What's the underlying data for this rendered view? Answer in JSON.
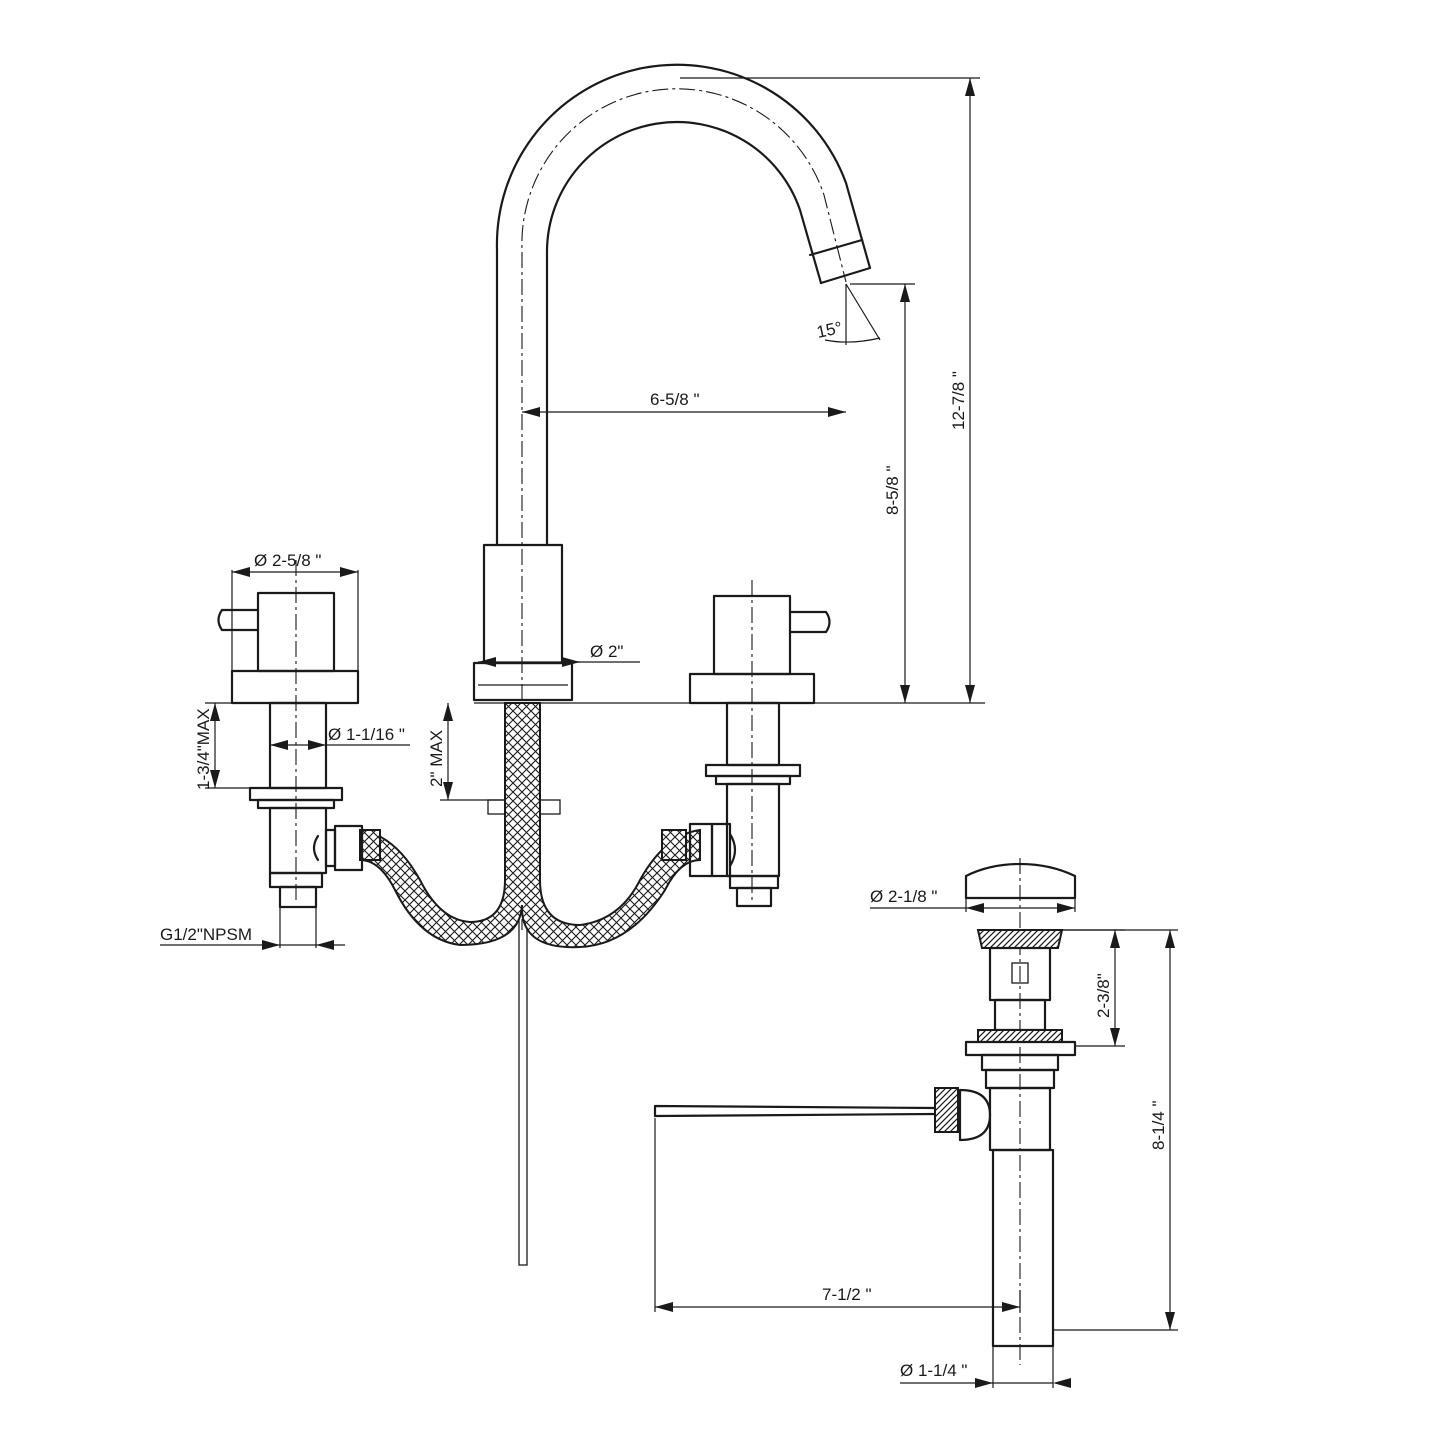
{
  "dimensions": {
    "spout_reach": "6-5/8 \"",
    "spout_outlet_height": "8-5/8 \"",
    "overall_height": "12-7/8 \"",
    "spout_angle": "15°",
    "handle_diameter": "Ø 2-5/8 \"",
    "spout_base_diameter": "Ø 2\"",
    "shank_diameter": "Ø 1-1/16 \"",
    "handle_shank_length": "1-3/4\"MAX",
    "spout_shank_length": "2\" MAX",
    "inlet_thread": "G1/2\"NPSM",
    "drain_cap_diameter": "Ø 2-1/8 \"",
    "drain_flange_height": "2-3/8\"",
    "drain_total_height": "8-1/4 \"",
    "drain_rod_length": "7-1/2 \"",
    "drain_tail_diameter": "Ø 1-1/4 \""
  }
}
